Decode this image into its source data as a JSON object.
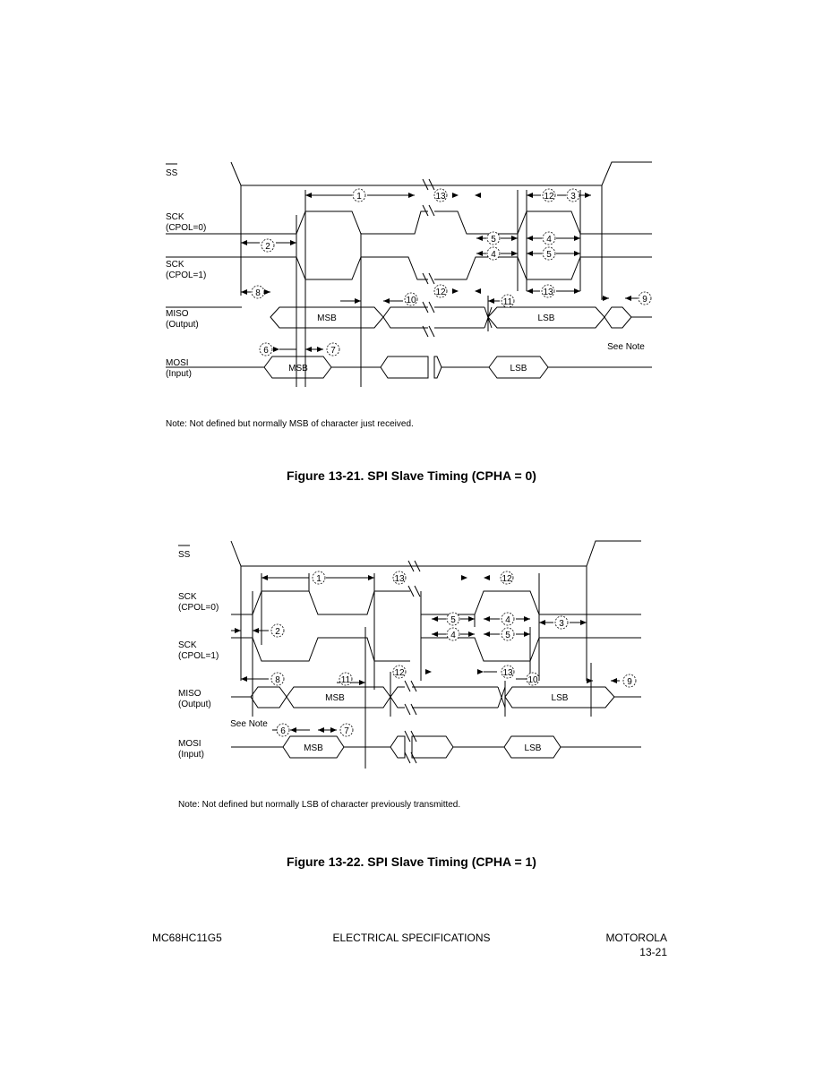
{
  "figure1": {
    "caption": "Figure 13-21. SPI Slave Timing (CPHA = 0)",
    "note": "Note: Not defined but normally MSB of character just received.",
    "signals": {
      "ss": "SS",
      "sck0_a": "SCK",
      "sck0_b": "(CPOL=0)",
      "sck1_a": "SCK",
      "sck1_b": "(CPOL=1)",
      "miso_a": "MISO",
      "miso_b": "(Output)",
      "mosi_a": "MOSI",
      "mosi_b": "(Input)"
    },
    "bits": {
      "miso_msb": "MSB",
      "miso_lsb": "LSB",
      "mosi_msb": "MSB",
      "mosi_lsb": "LSB"
    },
    "see_note": "See Note",
    "markers": [
      "1",
      "2",
      "3",
      "4",
      "5",
      "6",
      "7",
      "8",
      "9",
      "10",
      "11",
      "12",
      "13"
    ]
  },
  "figure2": {
    "caption": "Figure 13-22. SPI Slave Timing (CPHA = 1)",
    "note": "Note: Not defined but normally LSB of character previously transmitted.",
    "signals": {
      "ss": "SS",
      "sck0_a": "SCK",
      "sck0_b": "(CPOL=0)",
      "sck1_a": "SCK",
      "sck1_b": "(CPOL=1)",
      "miso_a": "MISO",
      "miso_b": "(Output)",
      "mosi_a": "MOSI",
      "mosi_b": "(Input)"
    },
    "bits": {
      "miso_msb": "MSB",
      "miso_lsb": "LSB",
      "mosi_msb": "MSB",
      "mosi_lsb": "LSB"
    },
    "see_note": "See Note",
    "markers": [
      "1",
      "2",
      "3",
      "4",
      "5",
      "6",
      "7",
      "8",
      "9",
      "10",
      "11",
      "12",
      "13"
    ]
  },
  "footer": {
    "left": "MC68HC11G5",
    "center": "ELECTRICAL SPECIFICATIONS",
    "right_top": "MOTOROLA",
    "right_bottom": "13-21"
  }
}
